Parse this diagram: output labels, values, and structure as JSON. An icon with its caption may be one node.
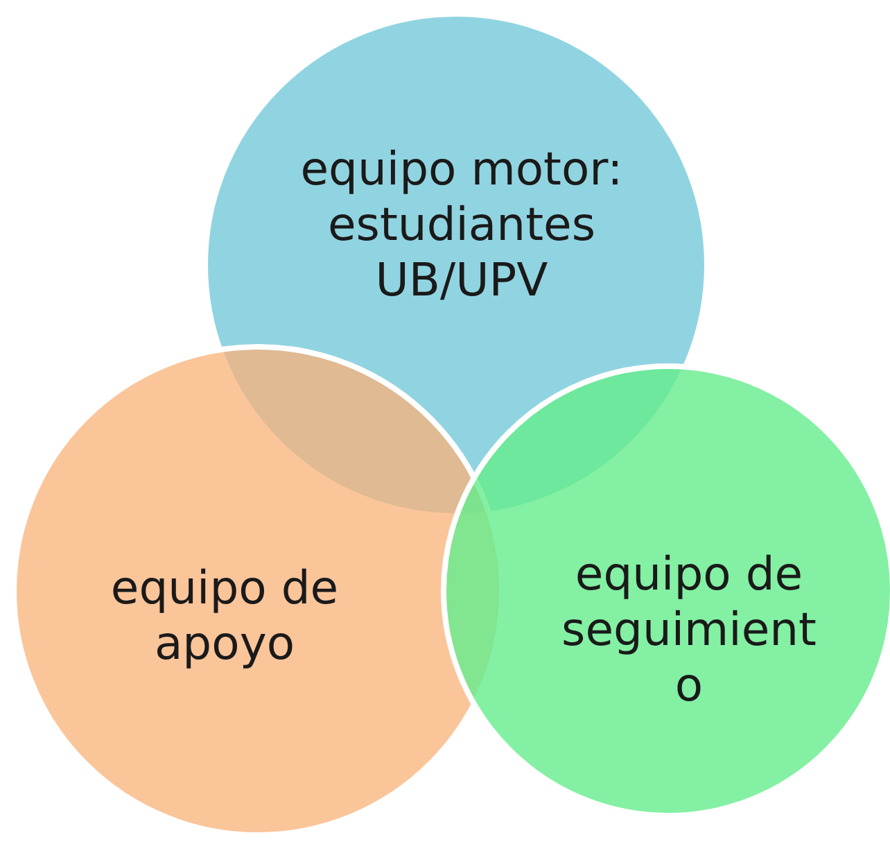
{
  "diagram": {
    "nodes": [
      {
        "text": [
          "equipo motor: estudiantes UB/UPV"
        ]
      },
      {
        "text": [
          "equipo de apoyo"
        ]
      },
      {
        "text": [
          "equipo de seguimiento"
        ]
      }
    ]
  }
}
